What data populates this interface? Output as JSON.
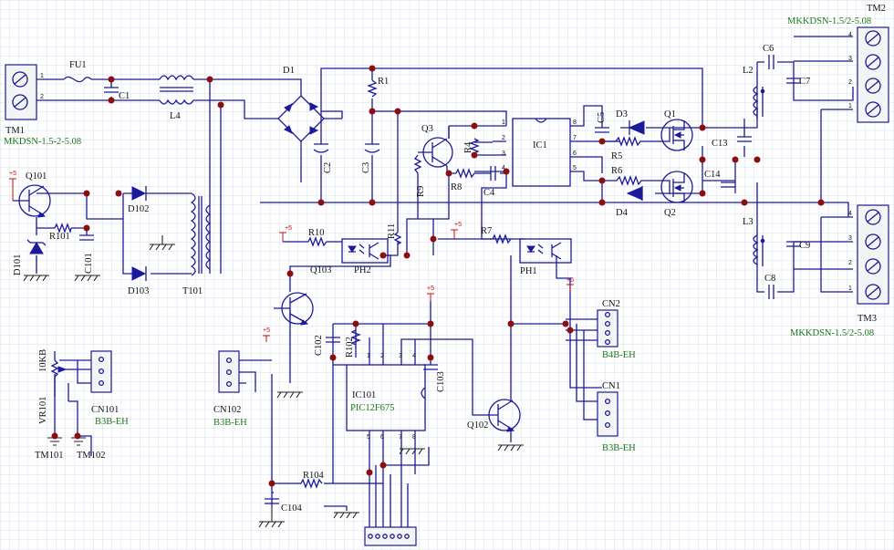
{
  "refs": {
    "TM1": "TM1",
    "TM2": "TM2",
    "TM3": "TM3",
    "FU1": "FU1",
    "C1": "C1",
    "L4": "L4",
    "D1": "D1",
    "R1": "R1",
    "C2": "C2",
    "C3": "C3",
    "R9": "R9",
    "Q3": "Q3",
    "R4": "R4",
    "R8": "R8",
    "C4": "C4",
    "IC1": "IC1",
    "C5": "C5",
    "D3": "D3",
    "Q1": "Q1",
    "R5": "R5",
    "R6": "R6",
    "D4": "D4",
    "Q2": "Q2",
    "C6": "C6",
    "L2": "L2",
    "C7": "C7",
    "C13": "C13",
    "C14": "C14",
    "L3": "L3",
    "C9": "C9",
    "C8": "C8",
    "Q101": "Q101",
    "D101": "D101",
    "R101": "R101",
    "C101": "C101",
    "D102": "D102",
    "D103": "D103",
    "T101": "T101",
    "R10": "R10",
    "R11": "R11",
    "PH2": "PH2",
    "Q103": "Q103",
    "R7": "R7",
    "PH1": "PH1",
    "CN2": "CN2",
    "CN1": "CN1",
    "CN101": "CN101",
    "CN102": "CN102",
    "VR101": "VR101",
    "TM101": "TM101",
    "TM102": "TM102",
    "C102": "C102",
    "R102": "R102",
    "C103": "C103",
    "IC101": "IC101",
    "Q102": "Q102",
    "R104": "R104",
    "C104": "C104"
  },
  "values": {
    "TM1": "MKDSN-1.5-2-5.08",
    "TM2": "MKKDSN-1.5/2-5.08",
    "TM3": "MKKDSN-1.5/2-5.08",
    "CN2": "B4B-EH",
    "CN1": "B3B-EH",
    "CN101": "B3B-EH",
    "CN102": "B3B-EH",
    "VR101": "10KB",
    "IC101": "PIC12F675"
  },
  "supply": "+5",
  "pins": {
    "p1": "1",
    "p2": "2",
    "p3": "3",
    "p4": "4",
    "p5": "5",
    "p6": "6",
    "p7": "7",
    "p8": "8"
  }
}
